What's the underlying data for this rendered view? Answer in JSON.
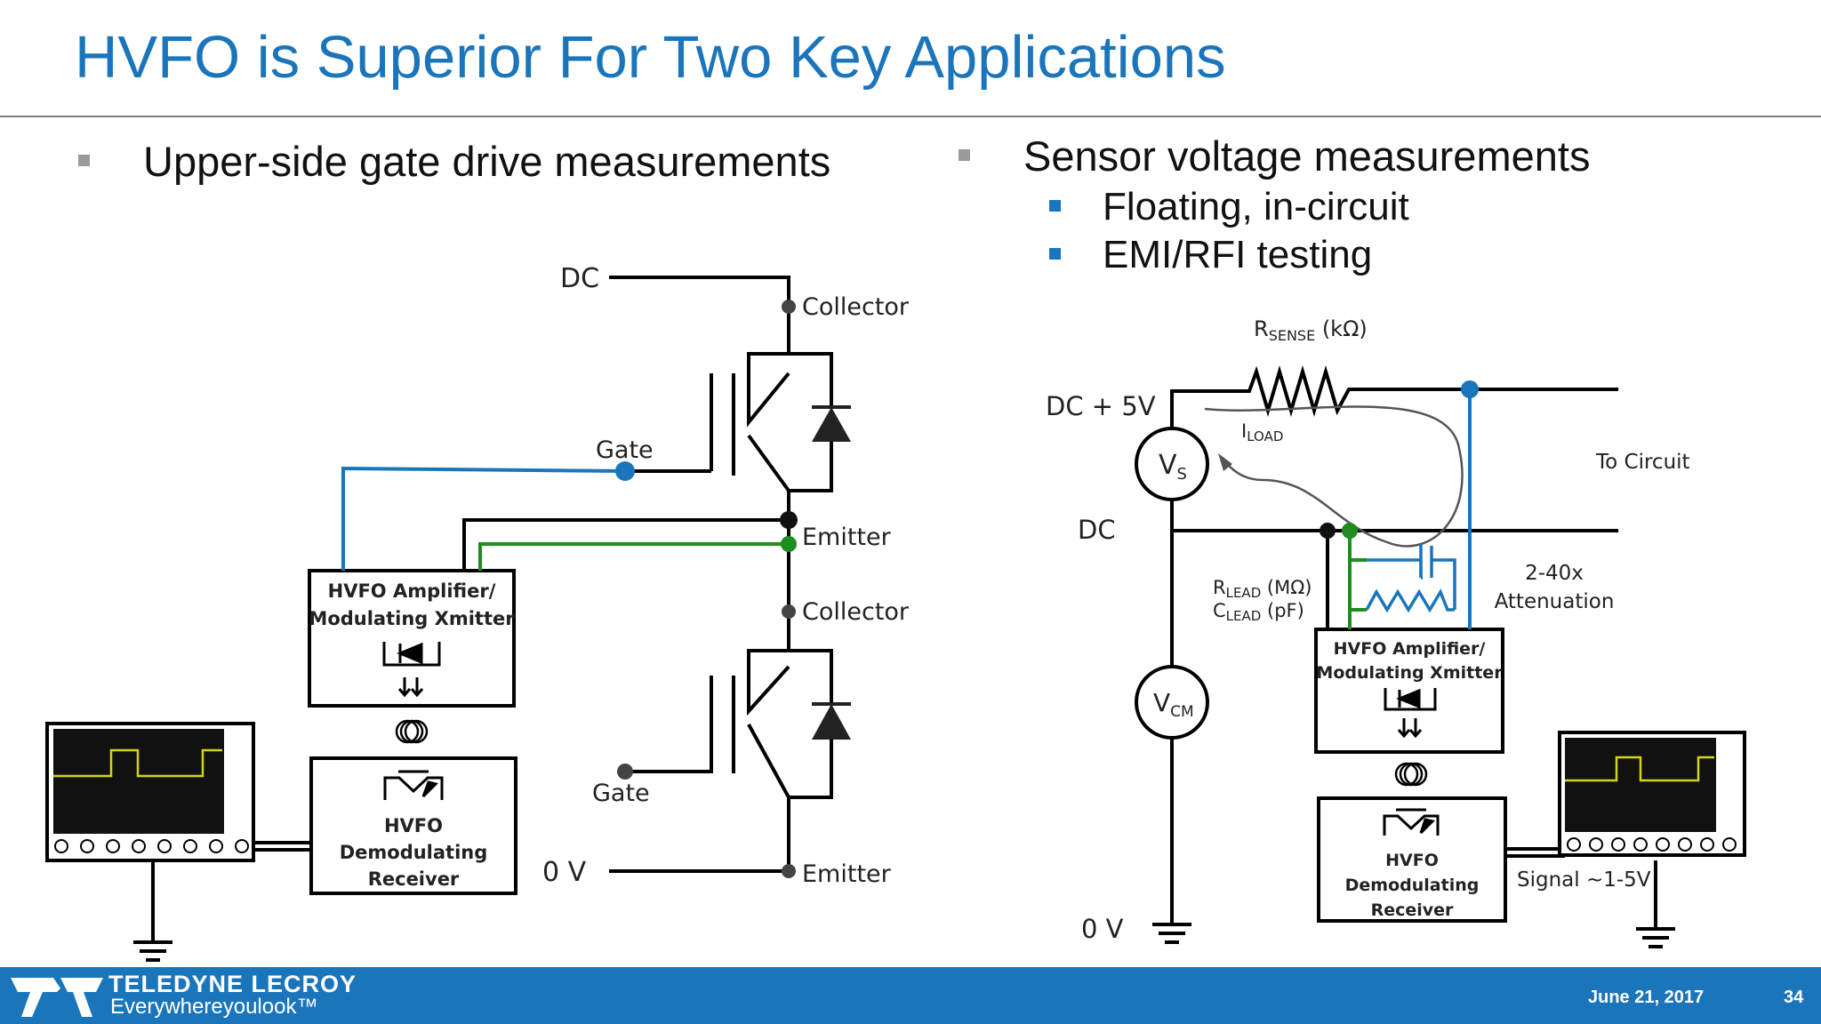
{
  "slide": {
    "title": "HVFO is Superior For Two Key Applications",
    "accent_color": "#1b75bb"
  },
  "bullets": {
    "left": "Upper-side gate drive measurements",
    "right": "Sensor voltage measurements",
    "right_sub": [
      "Floating, in-circuit",
      "EMI/RFI testing"
    ]
  },
  "left_diagram": {
    "dc": "DC",
    "zero_v": "0 V",
    "collector_top": "Collector",
    "collector_bottom": "Collector",
    "emitter_mid": "Emitter",
    "emitter_bottom": "Emitter",
    "gate_top": "Gate",
    "gate_bottom": "Gate",
    "amp_line1": "HVFO Amplifier/",
    "amp_line2": "Modulating Xmitter",
    "rx_line1": "HVFO",
    "rx_line2": "Demodulating",
    "rx_line3": "Receiver"
  },
  "right_diagram": {
    "rsense": "R",
    "rsense_sub": "SENSE",
    "rsense_unit": " (kΩ)",
    "dc5": "DC + 5V",
    "vs": "V",
    "vs_sub": "S",
    "iload": "I",
    "iload_sub": "LOAD",
    "to_circuit": "To Circuit",
    "dc": "DC",
    "rlead": "R",
    "rlead_sub": "LEAD",
    "rlead_unit": " (MΩ)",
    "clead": "C",
    "clead_sub": "LEAD",
    "clead_unit": " (pF)",
    "atten1": "2-40x",
    "atten2": "Attenuation",
    "vcm": "V",
    "vcm_sub": "CM",
    "amp_line1": "HVFO Amplifier/",
    "amp_line2": "Modulating Xmitter",
    "rx_line1": "HVFO",
    "rx_line2": "Demodulating",
    "rx_line3": "Receiver",
    "signal": "Signal ~1-5V",
    "zero_v": "0 V"
  },
  "footer": {
    "brand_name": "TELEDYNE LECROY",
    "brand_tag": "Everywhereyoulook™",
    "date": "June 21, 2017",
    "page": "34"
  }
}
